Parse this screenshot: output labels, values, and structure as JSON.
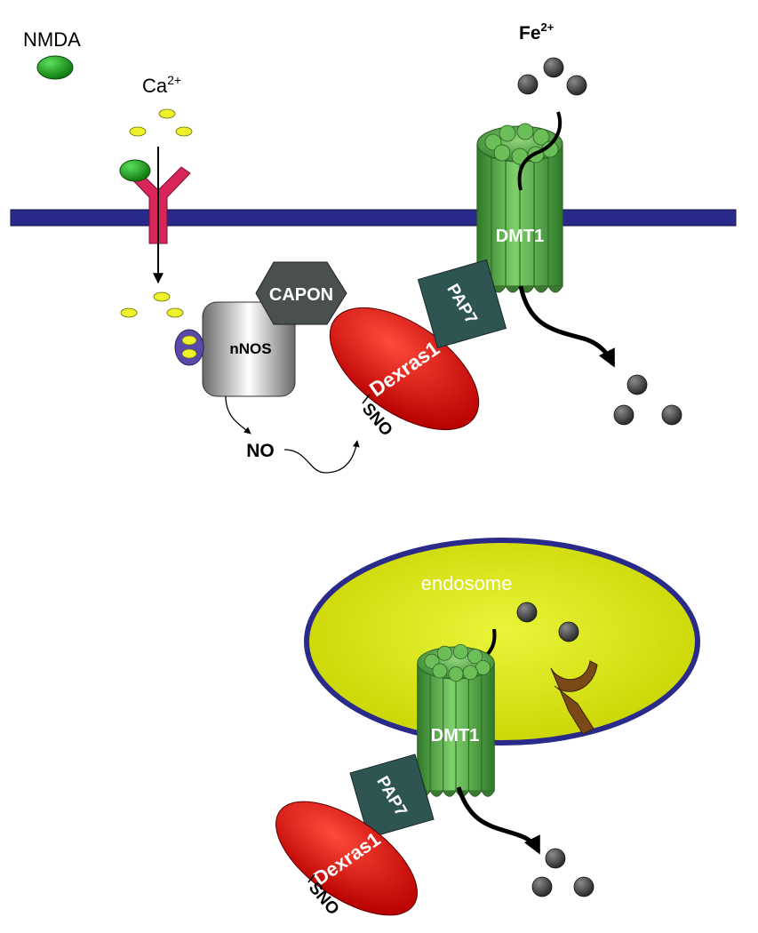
{
  "labels": {
    "nmda": "NMDA",
    "ca_base": "Ca",
    "ca_sup": "2+",
    "fe_base": "Fe",
    "fe_sup": "2+",
    "dmt1_top": "DMT1",
    "pap7_top": "PAP7",
    "capon": "CAPON",
    "nnos": "nNOS",
    "dexras1_top": "Dexras1",
    "sno_top": "SNO",
    "no": "NO",
    "endosome": "endosome",
    "dmt1_bottom": "DMT1",
    "pap7_bottom": "PAP7",
    "dexras1_bottom": "Dexras1",
    "sno_bottom": "SNO"
  },
  "colors": {
    "membrane": "#2a2a8a",
    "nmda_ligand": "#1fa81f",
    "calcium": "#eef22a",
    "receptor": "#d8265a",
    "dmt1": "#4a9a3a",
    "pap7": "#2f5553",
    "capon": "#4a4f4f",
    "dexras1": "#d90a0a",
    "iron": "#3a3a3a",
    "endosome_fill": "#d9e80a",
    "endosome_border": "#2a2a8a",
    "calmodulin": "#5a4aa8"
  }
}
